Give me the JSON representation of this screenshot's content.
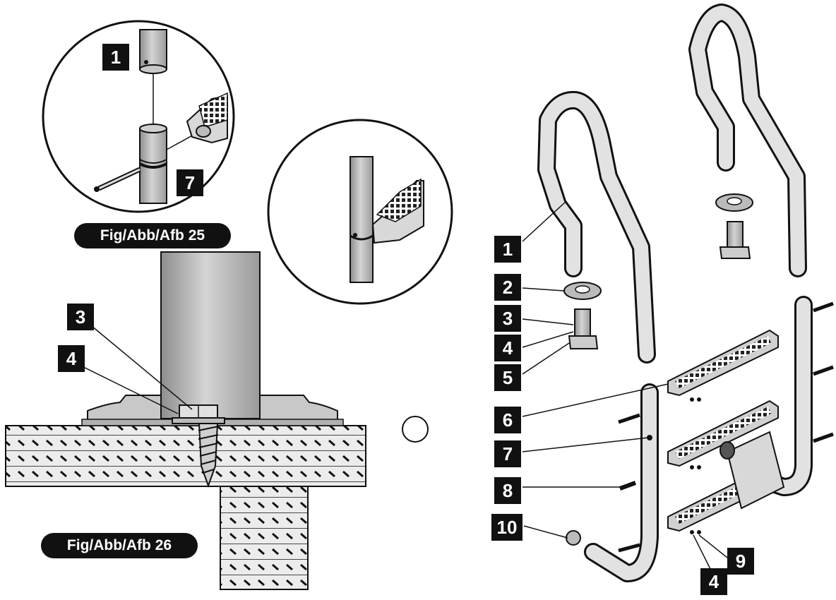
{
  "figures": {
    "fig25_caption": "Fig/Abb/Afb 25",
    "fig26_caption": "Fig/Abb/Afb 26"
  },
  "callouts": {
    "fig25_pole": "1",
    "fig25_ring": "7",
    "fig26_screw": "3",
    "fig26_washer": "4",
    "ladder_handrail": "1",
    "ladder_cover": "2",
    "ladder_anchor_screw": "3",
    "ladder_anchor_washer": "4",
    "ladder_anchor_base": "5",
    "ladder_step": "6",
    "ladder_pole": "7",
    "ladder_bolt": "8",
    "ladder_end_cap": "10",
    "ladder_nut": "9",
    "ladder_step_washer": "4"
  },
  "colors": {
    "ink": "#111111",
    "metal": "#bdbdbd",
    "metal_dark": "#8a8a8a",
    "wood": "#e6e6e6"
  }
}
